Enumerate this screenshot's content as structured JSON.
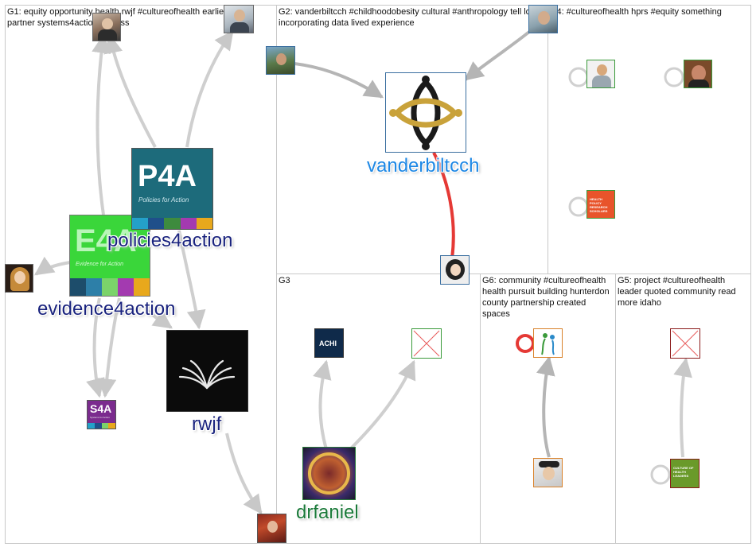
{
  "groups": {
    "g1": "G1: equity opportunity health rwjf #cultureofhealth earlier year partner systems4action discuss",
    "g2": "G2: vanderbiltcch #childhoodobesity cultural #anthropology tell lot incorporating data lived experience",
    "g3": "G3",
    "g4": "G4: #cultureofhealth hprs #equity something",
    "g5": "G5: project #cultureofhealth leader quoted community read more idaho",
    "g6": "G6: community #cultureofhealth health pursuit building hunterdon county partnership created spaces"
  },
  "labels": {
    "policies4action": "policies4action",
    "evidence4action": "evidence4action",
    "rwjf": "rwjf",
    "vanderbiltcch": "vanderbiltcch",
    "drfaniel": "drfaniel"
  },
  "logos": {
    "p4a_title": "P4A",
    "p4a_sub": "Policies for Action",
    "e4a_title": "E4A",
    "e4a_sub": "Evidence for Action",
    "s4a_title": "S4A",
    "s4a_sub": "Systems for Action",
    "achi": "ACHI",
    "hprs": "HEALTH POLICY RESEARCH SCHOLARS",
    "col": "CULTURE OF HEALTH LEADERS"
  },
  "colors": {
    "edge": "#c8c8c8",
    "edge_strong": "#e53935",
    "label_blue_dark": "#1a237e",
    "label_blue": "#1e88e5",
    "label_green": "#1b7a3a",
    "p4a_bg": "#1d6b7b",
    "e4a_bg": "#3ad63a",
    "s4a_bg": "#7b2b8e",
    "hprs_bg": "#e8542b",
    "col_bg": "#6a9a2a"
  }
}
